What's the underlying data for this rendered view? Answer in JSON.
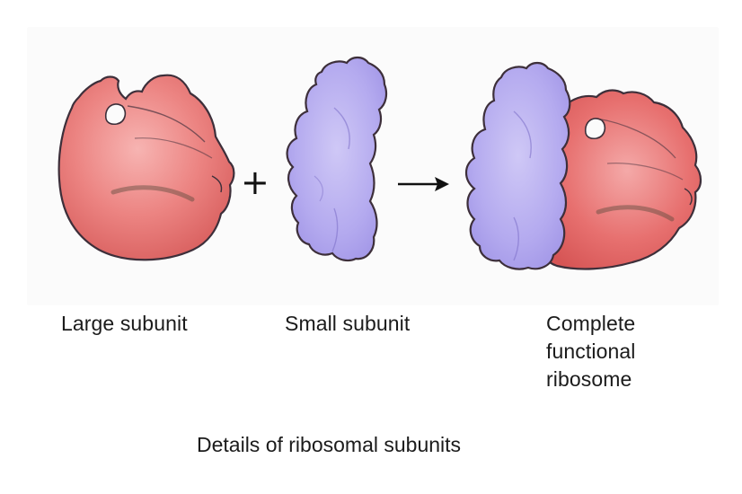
{
  "figure": {
    "labels": {
      "large_subunit": "Large subunit",
      "small_subunit": "Small subunit",
      "complete_ribosome": [
        "Complete",
        "functional",
        "ribosome"
      ]
    },
    "operators": {
      "plus": "+",
      "arrow": "→"
    },
    "caption": "Details of ribosomal subunits",
    "colors": {
      "large_subunit": "#ec7f80",
      "small_subunit": "#b3a9ee",
      "outline": "#3d2f3a",
      "background": "#ffffff"
    }
  }
}
